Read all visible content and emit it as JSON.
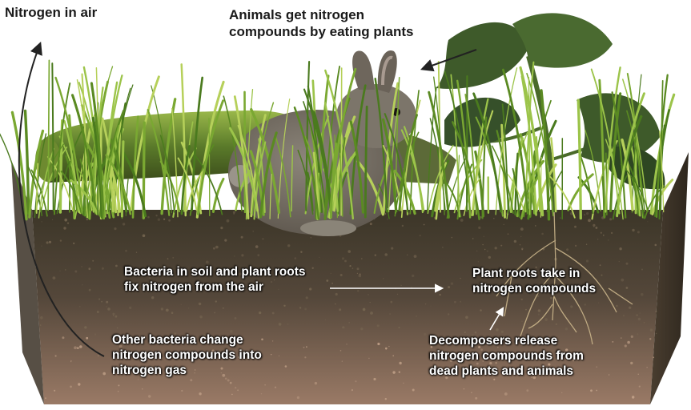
{
  "labels": {
    "nitrogen_air": [
      "Nitrogen in air"
    ],
    "animals": [
      "Animals get nitrogen",
      "compounds by eating plants"
    ],
    "bacteria_fix": [
      "Bacteria in soil and plant roots",
      "fix nitrogen from the air"
    ],
    "plant_roots": [
      "Plant roots take in",
      "nitrogen compounds"
    ],
    "other_bacteria": [
      "Other bacteria change",
      "nitrogen compounds into",
      "nitrogen gas"
    ],
    "decomposers": [
      "Decomposers release",
      "nitrogen compounds from",
      "dead plants and animals"
    ]
  },
  "colors": {
    "soil_top": "#4a4232",
    "soil_mid": "#5a4a38",
    "soil_bottom": "#8a6a54",
    "grass": "#6a9a2a",
    "grass_light": "#a8c84a",
    "rabbit": "#7a7268",
    "leaf": "#3e5a2a",
    "arrow": "#222222",
    "arrow_light": "#ffffff"
  }
}
